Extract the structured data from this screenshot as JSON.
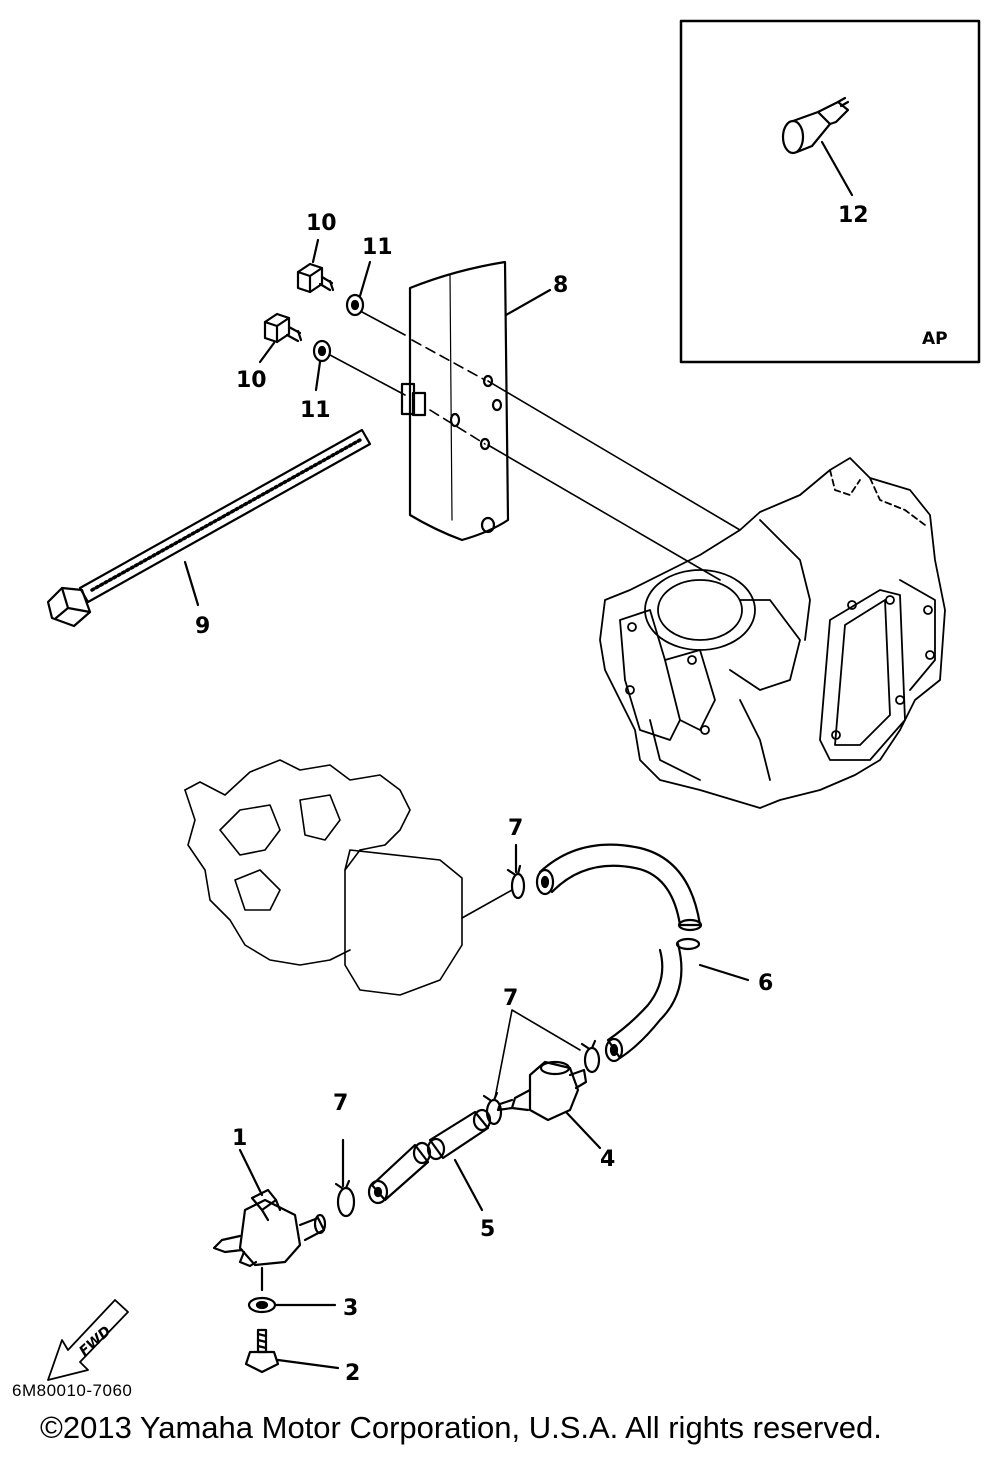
{
  "callouts": {
    "c1": "1",
    "c2": "2",
    "c3": "3",
    "c4": "4",
    "c5": "5",
    "c6": "6",
    "c7a": "7",
    "c7b": "7",
    "c7c": "7",
    "c8": "8",
    "c9": "9",
    "c10a": "10",
    "c10b": "10",
    "c11a": "11",
    "c11b": "11",
    "c12": "12"
  },
  "inset": {
    "label": "AP"
  },
  "direction_arrow": {
    "label": "FWD"
  },
  "diagram_code": "6M80010-7060",
  "copyright": "©2013 Yamaha Motor Corporation, U.S.A. All rights reserved."
}
